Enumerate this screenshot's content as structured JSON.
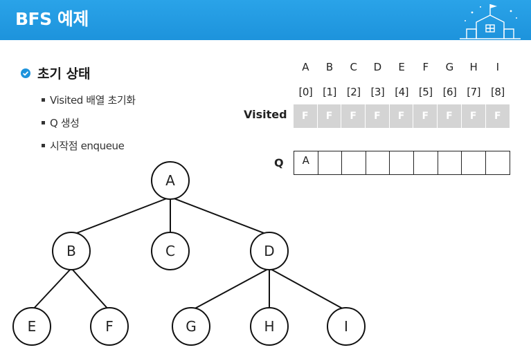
{
  "header": {
    "title": "BFS 예제",
    "icon": "school-icon",
    "color": "#1d93dc"
  },
  "section": {
    "title": "초기 상태",
    "icon": "check-circle-icon"
  },
  "bullets": [
    "Visited 배열 초기화",
    "Q 생성",
    "시작점 enqueue"
  ],
  "array": {
    "letters": [
      "A",
      "B",
      "C",
      "D",
      "E",
      "F",
      "G",
      "H",
      "I"
    ],
    "indices": [
      "[0]",
      "[1]",
      "[2]",
      "[3]",
      "[4]",
      "[5]",
      "[6]",
      "[7]",
      "[8]"
    ],
    "visited_label": "Visited",
    "visited": [
      "F",
      "F",
      "F",
      "F",
      "F",
      "F",
      "F",
      "F",
      "F"
    ],
    "queue_label": "Q",
    "queue": [
      "A",
      "",
      "",
      "",
      "",
      "",
      "",
      "",
      ""
    ]
  },
  "tree": {
    "nodes": [
      "A",
      "B",
      "C",
      "D",
      "E",
      "F",
      "G",
      "H",
      "I"
    ],
    "edges": [
      [
        "A",
        "B"
      ],
      [
        "A",
        "C"
      ],
      [
        "A",
        "D"
      ],
      [
        "B",
        "E"
      ],
      [
        "B",
        "F"
      ],
      [
        "D",
        "G"
      ],
      [
        "D",
        "H"
      ],
      [
        "D",
        "I"
      ]
    ]
  }
}
